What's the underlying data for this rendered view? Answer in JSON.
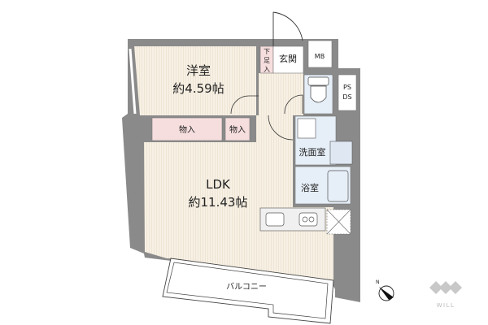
{
  "floorplan": {
    "rooms": {
      "western_room": {
        "name": "洋室",
        "area": "約4.59帖"
      },
      "ldk": {
        "name": "LDK",
        "area": "約11.43帖"
      },
      "closet_large": {
        "name": "物入"
      },
      "closet_small": {
        "name": "物入"
      },
      "shoe_storage": {
        "name": "下足入"
      },
      "entrance": {
        "name": "玄関"
      },
      "meter_box": {
        "name": "MB"
      },
      "pipe_space": {
        "name": "PS\nDS",
        "line1": "PS",
        "line2": "DS"
      },
      "washroom": {
        "name": "洗面室"
      },
      "bathroom": {
        "name": "浴室"
      },
      "balcony": {
        "name": "バルコニー"
      }
    },
    "compass": {
      "label": "N"
    },
    "logo": {
      "text": "WILL"
    },
    "colors": {
      "wall": "#8a8a8a",
      "floor_wood": "#f6efe3",
      "closet_pink": "#f7dede",
      "wet_area_blue": "#e6eef7",
      "logo_gray": "#c8c8c8"
    }
  }
}
